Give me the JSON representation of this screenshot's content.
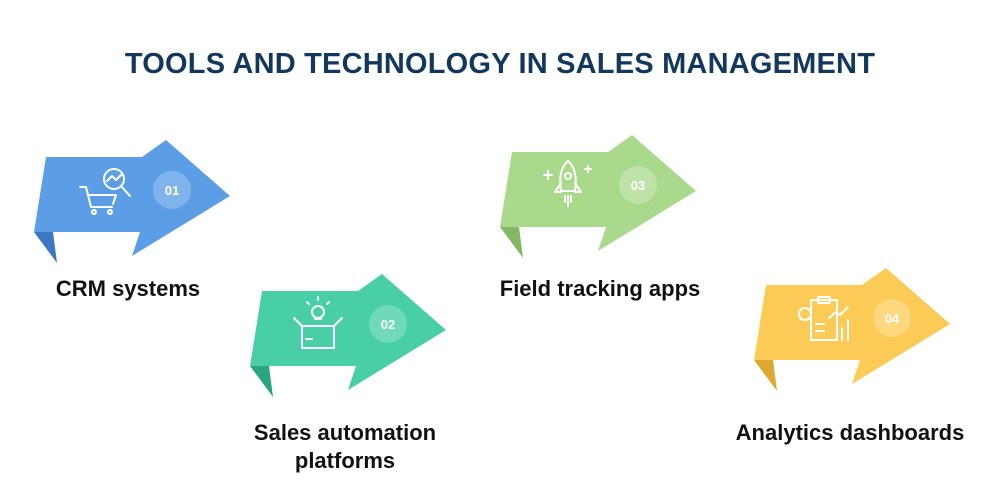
{
  "title": "TOOLS AND TECHNOLOGY IN SALES MANAGEMENT",
  "steps": [
    {
      "number": "01",
      "label_lines": [
        "CRM systems"
      ],
      "color": "#5b9ee6",
      "fold_color": "#3a78c2",
      "icon": "cart-analytics-icon"
    },
    {
      "number": "02",
      "label_lines": [
        "Sales automation",
        "platforms"
      ],
      "color": "#48cfa8",
      "fold_color": "#2aa581",
      "icon": "box-lightbulb-icon"
    },
    {
      "number": "03",
      "label_lines": [
        "Field tracking apps"
      ],
      "color": "#a9d98a",
      "fold_color": "#82b766",
      "icon": "rocket-icon"
    },
    {
      "number": "04",
      "label_lines": [
        "Analytics dashboards"
      ],
      "color": "#fccb55",
      "fold_color": "#dda730",
      "icon": "report-chart-icon"
    }
  ]
}
